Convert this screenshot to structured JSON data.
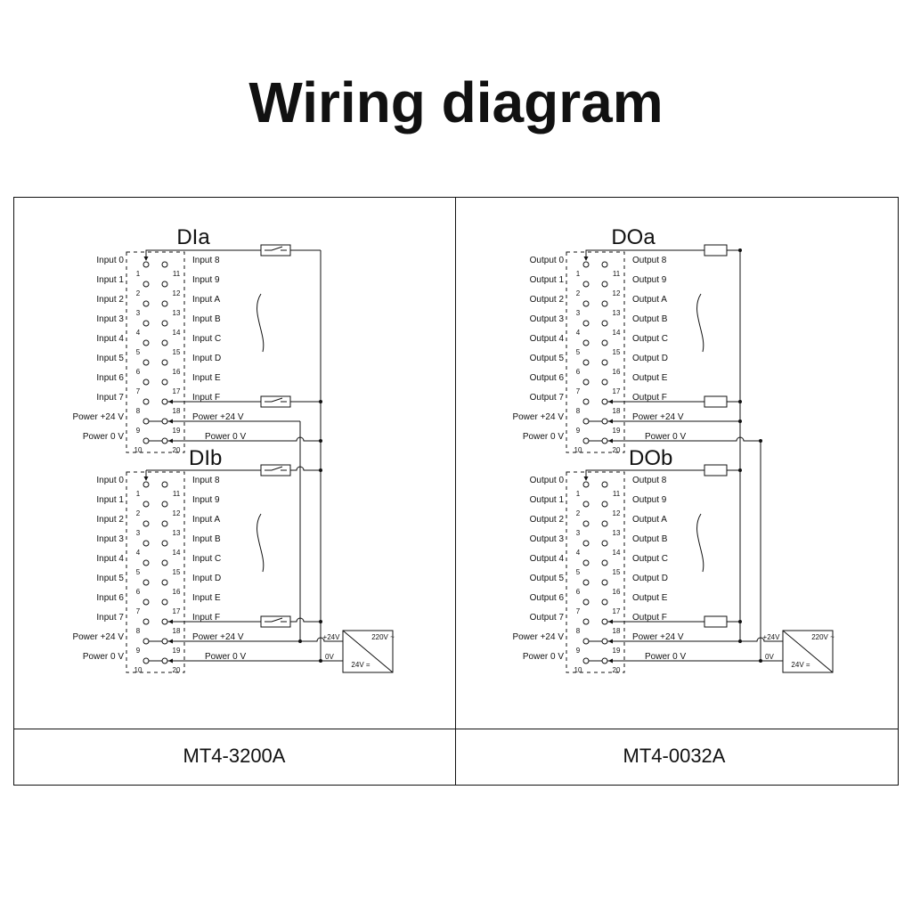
{
  "title": "Wiring diagram",
  "panels": [
    {
      "model": "MT4-3200A",
      "kind": "input",
      "load_icon": "switch-icon",
      "modules": [
        {
          "name": "DIa",
          "left_labels": [
            "Input 0",
            "Input 1",
            "Input 2",
            "Input 3",
            "Input 4",
            "Input 5",
            "Input 6",
            "Input 7",
            "Power +24 V",
            "Power 0 V"
          ],
          "right_labels": [
            "Input 8",
            "Input 9",
            "Input A",
            "Input B",
            "Input C",
            "Input D",
            "Input E",
            "Input F",
            "Power +24 V",
            "Power 0 V"
          ]
        },
        {
          "name": "DIb",
          "left_labels": [
            "Input 0",
            "Input 1",
            "Input 2",
            "Input 3",
            "Input 4",
            "Input 5",
            "Input 6",
            "Input 7",
            "Power +24 V",
            "Power 0 V"
          ],
          "right_labels": [
            "Input 8",
            "Input 9",
            "Input A",
            "Input B",
            "Input C",
            "Input D",
            "Input E",
            "Input F",
            "Power +24 V",
            "Power 0 V"
          ]
        }
      ],
      "supply": {
        "plus": "+24V",
        "zero": "0V",
        "ac": "220V ~",
        "dc": "24V ="
      }
    },
    {
      "model": "MT4-0032A",
      "kind": "output",
      "load_icon": "load-resistor-icon",
      "modules": [
        {
          "name": "DOa",
          "left_labels": [
            "Output 0",
            "Output 1",
            "Output 2",
            "Output 3",
            "Output 4",
            "Output 5",
            "Output 6",
            "Output 7",
            "Power +24 V",
            "Power 0 V"
          ],
          "right_labels": [
            "Output 8",
            "Output 9",
            "Output A",
            "Output B",
            "Output C",
            "Output D",
            "Output E",
            "Output F",
            "Power +24 V",
            "Power 0 V"
          ]
        },
        {
          "name": "DOb",
          "left_labels": [
            "Output 0",
            "Output 1",
            "Output 2",
            "Output 3",
            "Output 4",
            "Output 5",
            "Output 6",
            "Output 7",
            "Power +24 V",
            "Power 0 V"
          ],
          "right_labels": [
            "Output 8",
            "Output 9",
            "Output A",
            "Output B",
            "Output C",
            "Output D",
            "Output E",
            "Output F",
            "Power +24 V",
            "Power 0 V"
          ]
        }
      ],
      "supply": {
        "plus": "+24V",
        "zero": "0V",
        "ac": "220V ~",
        "dc": "24V ="
      }
    }
  ],
  "pins": {
    "left": [
      "1",
      "2",
      "3",
      "4",
      "5",
      "6",
      "7",
      "8",
      "9",
      "10"
    ],
    "right": [
      "11",
      "12",
      "13",
      "14",
      "15",
      "16",
      "17",
      "18",
      "19",
      "20"
    ]
  }
}
